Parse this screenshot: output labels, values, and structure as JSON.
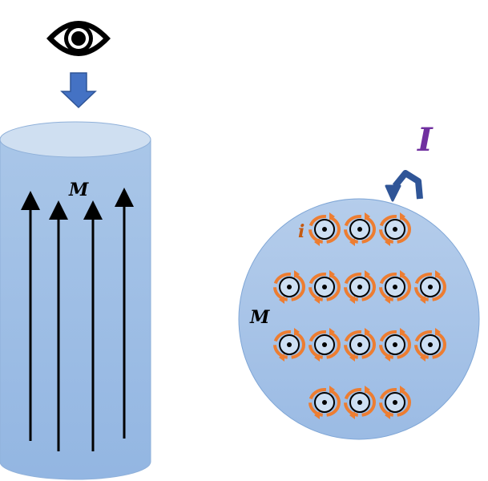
{
  "labels": {
    "cylinder_magnetization": "M",
    "disk_magnetization": "M",
    "bound_current": "i",
    "surface_current": "I"
  },
  "icons": {
    "viewer": "eye-icon",
    "view_direction": "arrow-down-icon",
    "circulation": "curved-arrow-icon",
    "out_of_page": "dot-in-circle-icon"
  },
  "colors": {
    "cylinder_body": "#a6c3e6",
    "cylinder_top": "#cfdff1",
    "disk_fill": "#a9c4e8",
    "view_arrow": "#4472c4",
    "current_loop": "#ed7d31",
    "big_current_arrow": "#2f5597",
    "label_i": "#c55a11",
    "label_I": "#7030a0"
  },
  "disk_grid": {
    "rows": [
      3,
      5,
      5,
      3
    ]
  }
}
